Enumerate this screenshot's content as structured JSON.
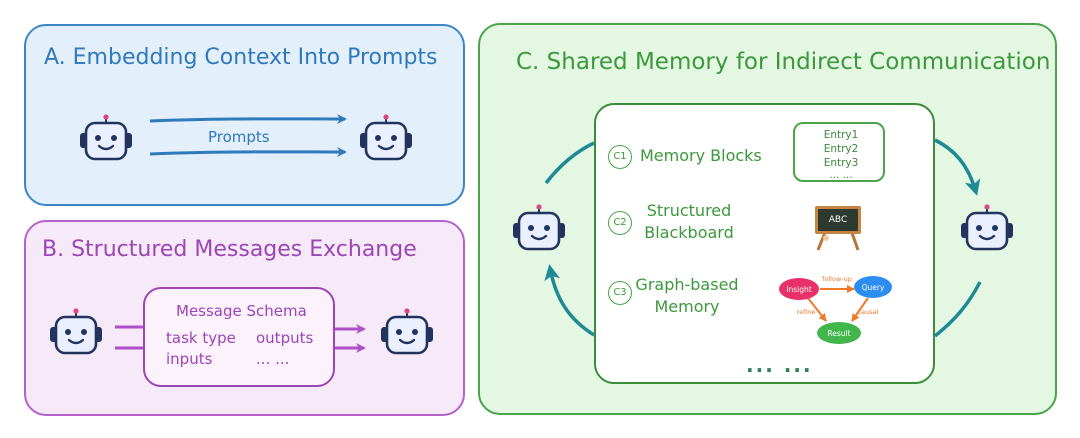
{
  "panel_a": {
    "title": "A. Embedding Context Into Prompts",
    "arrow_label": "Prompts"
  },
  "panel_b": {
    "title": "B. Structured Messages Exchange",
    "schema_title": "Message Schema",
    "fields": [
      "task type",
      "outputs",
      "inputs",
      "... ..."
    ]
  },
  "panel_c": {
    "title": "C. Shared Memory for Indirect Communication",
    "items": [
      {
        "badge": "C1",
        "label": "Memory Blocks"
      },
      {
        "badge": "C2",
        "label_line1": "Structured",
        "label_line2": "Blackboard"
      },
      {
        "badge": "C3",
        "label_line1": "Graph-based",
        "label_line2": "Memory"
      }
    ],
    "memory_entries": [
      "Entry1",
      "Entry2",
      "Entry3",
      "... ..."
    ],
    "blackboard_text": "ABC",
    "graph": {
      "nodes": [
        "Insight",
        "Query",
        "Result"
      ],
      "edges": [
        "follow-up",
        "refine",
        "causal"
      ]
    },
    "more": "... ..."
  },
  "colors": {
    "blue": "#2f79bd",
    "purple": "#9c45b5",
    "green": "#3b993b",
    "teal_arrow": "#1f8a94",
    "robot_stroke": "#22345e",
    "robot_face": "#eaf0ff"
  }
}
